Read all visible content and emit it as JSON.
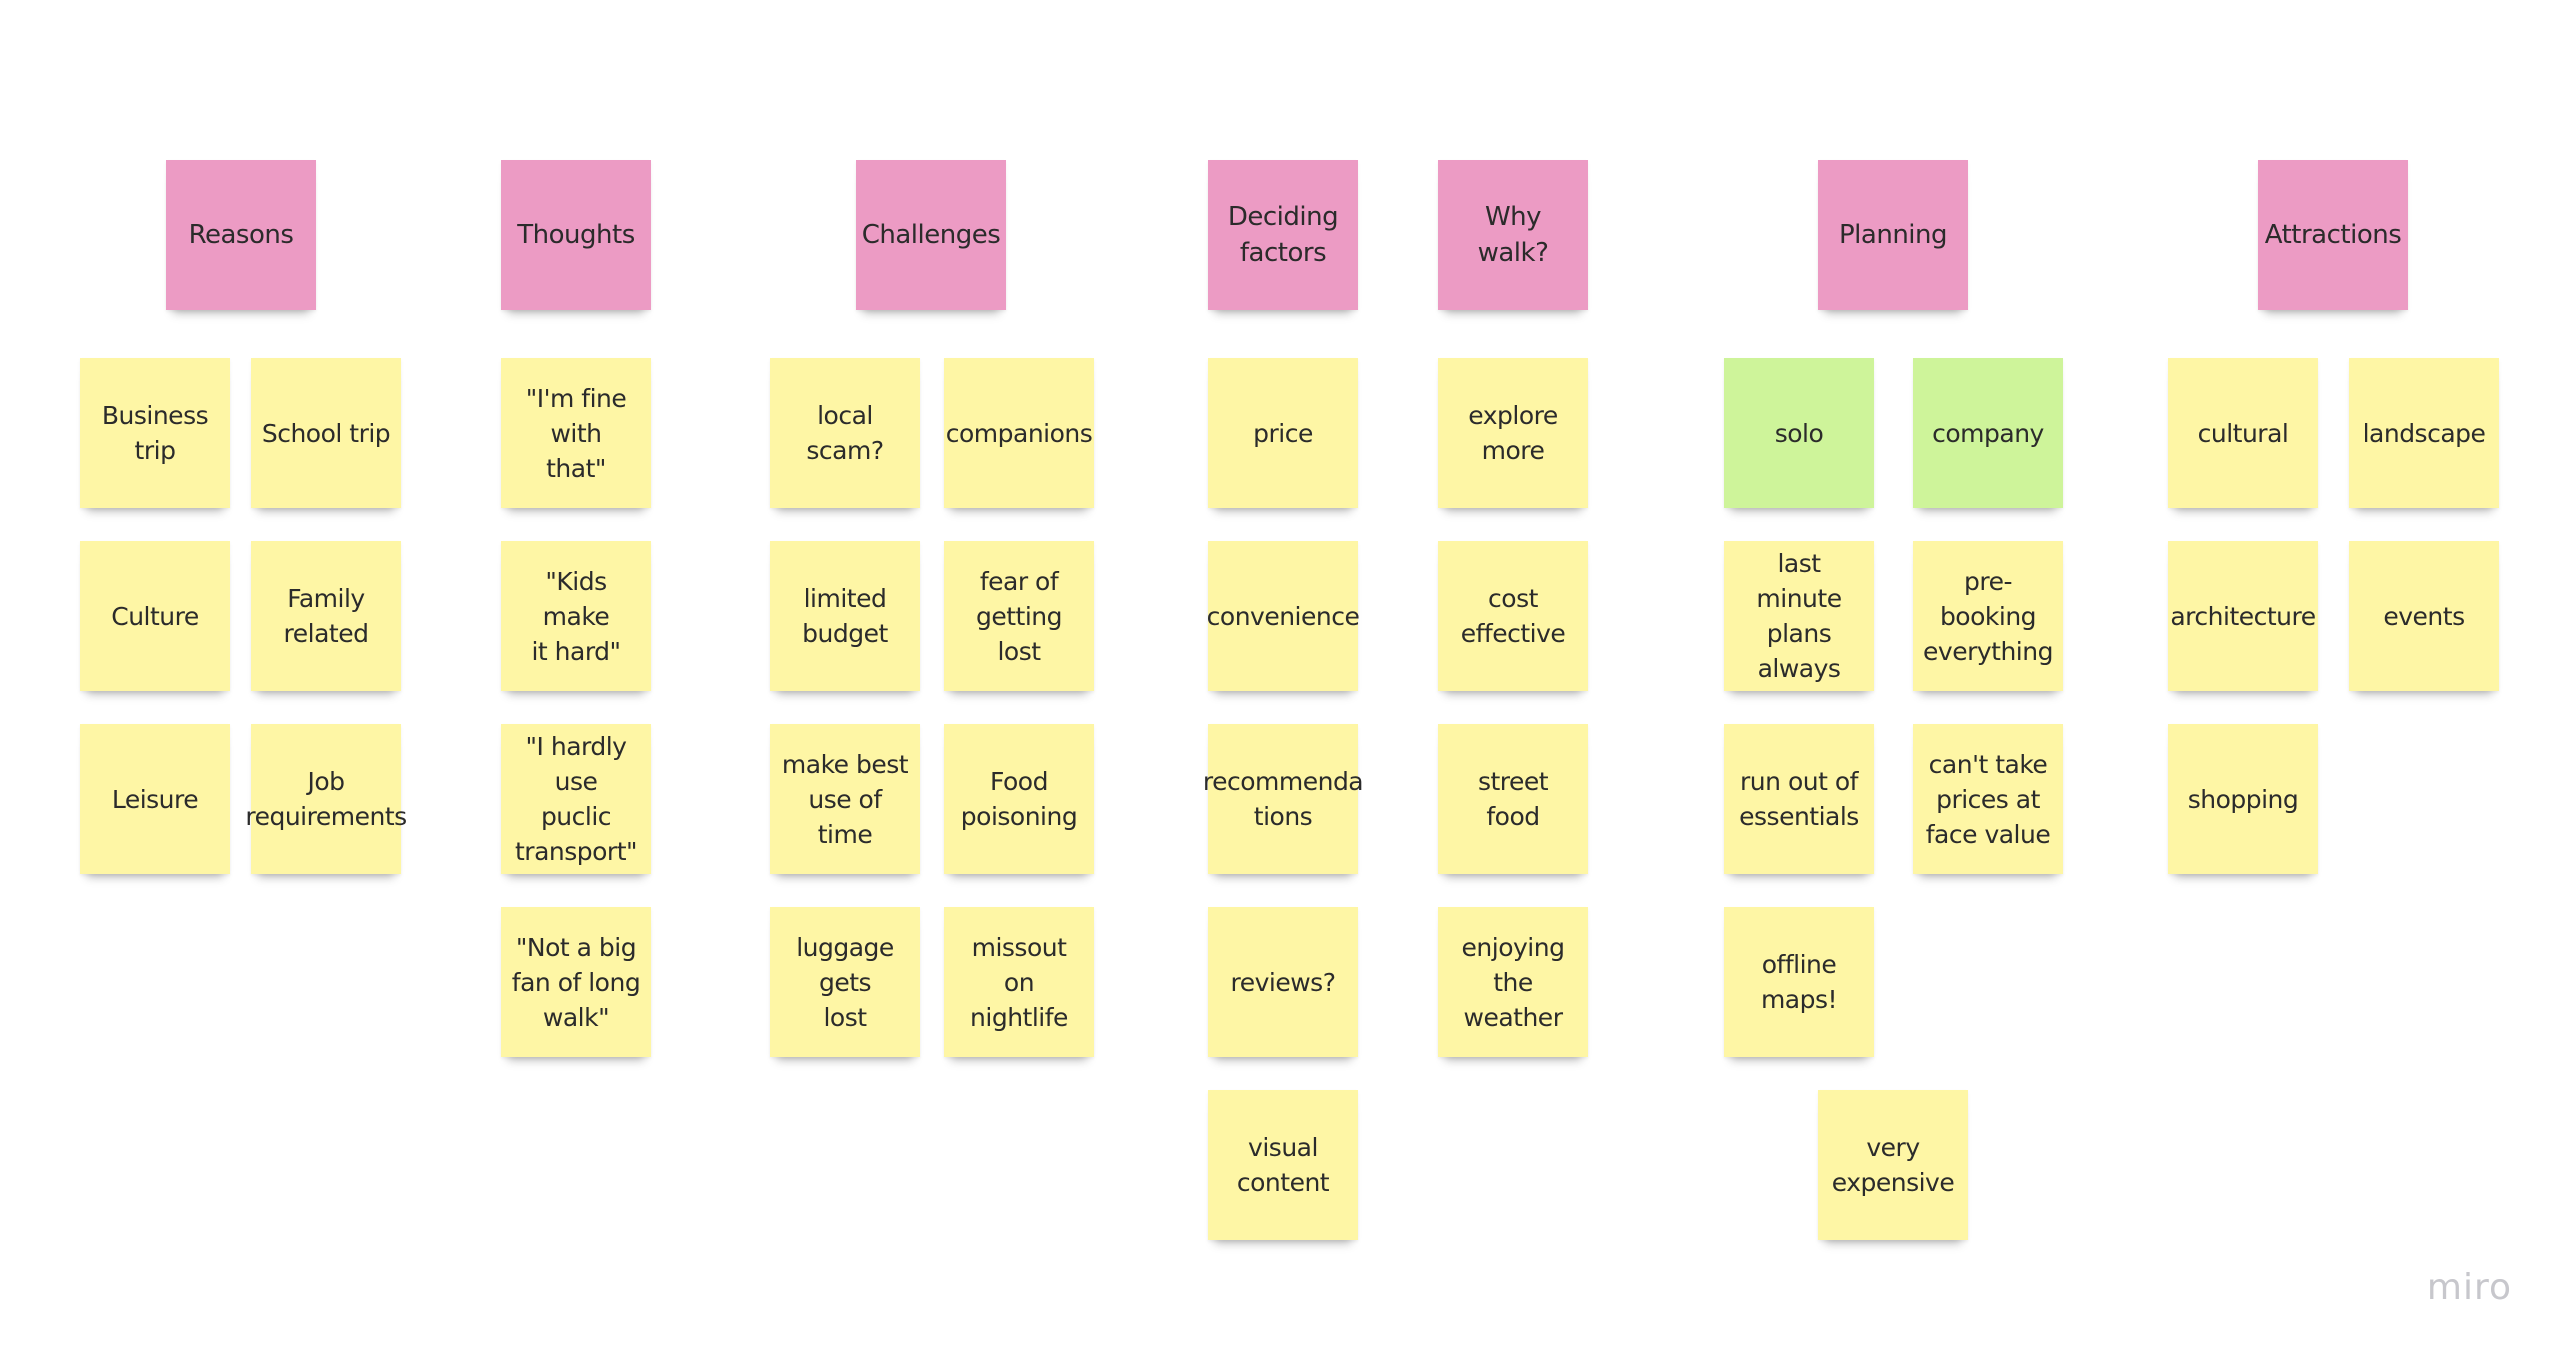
{
  "colors": {
    "pink": "#ec9bc4",
    "yellow": "#fef6a5",
    "green": "#cef49a",
    "text": "#2b2b2b"
  },
  "brand": {
    "logo_text": "miro"
  },
  "headers": [
    {
      "text": "Reasons",
      "color": "pink"
    },
    {
      "text": "Thoughts",
      "color": "pink"
    },
    {
      "text": "Challenges",
      "color": "pink"
    },
    {
      "text": "Deciding\nfactors",
      "color": "pink"
    },
    {
      "text": "Why walk?",
      "color": "pink"
    },
    {
      "text": "Planning",
      "color": "pink"
    },
    {
      "text": "Attractions",
      "color": "pink"
    }
  ],
  "notes": [
    {
      "text": "Business\ntrip",
      "color": "yellow"
    },
    {
      "text": "School trip",
      "color": "yellow"
    },
    {
      "text": "Culture",
      "color": "yellow"
    },
    {
      "text": "Family\nrelated",
      "color": "yellow"
    },
    {
      "text": "Leisure",
      "color": "yellow"
    },
    {
      "text": "Job\nrequirements",
      "color": "yellow"
    },
    {
      "text": "\"I'm fine with\nthat\"",
      "color": "yellow"
    },
    {
      "text": "\"Kids make\nit hard\"",
      "color": "yellow"
    },
    {
      "text": "\"I hardly use\npuclic\ntransport\"",
      "color": "yellow"
    },
    {
      "text": "\"Not a big\nfan of long\nwalk\"",
      "color": "yellow"
    },
    {
      "text": "local scam?",
      "color": "yellow"
    },
    {
      "text": "companions",
      "color": "yellow"
    },
    {
      "text": "limited\nbudget",
      "color": "yellow"
    },
    {
      "text": "fear of\ngetting lost",
      "color": "yellow"
    },
    {
      "text": "make best\nuse of time",
      "color": "yellow"
    },
    {
      "text": "Food\npoisoning",
      "color": "yellow"
    },
    {
      "text": "luggage gets\nlost",
      "color": "yellow"
    },
    {
      "text": "missout on\nnightlife",
      "color": "yellow"
    },
    {
      "text": "price",
      "color": "yellow"
    },
    {
      "text": "convenience",
      "color": "yellow"
    },
    {
      "text": "recommenda\ntions",
      "color": "yellow"
    },
    {
      "text": "reviews?",
      "color": "yellow"
    },
    {
      "text": "visual\ncontent",
      "color": "yellow"
    },
    {
      "text": "explore more",
      "color": "yellow"
    },
    {
      "text": "cost\neffective",
      "color": "yellow"
    },
    {
      "text": "street food",
      "color": "yellow"
    },
    {
      "text": "enjoying the\nweather",
      "color": "yellow"
    },
    {
      "text": "solo",
      "color": "green"
    },
    {
      "text": "company",
      "color": "green"
    },
    {
      "text": "last minute\nplans always",
      "color": "yellow"
    },
    {
      "text": "pre-booking\neverything",
      "color": "yellow"
    },
    {
      "text": "run out of\nessentials",
      "color": "yellow"
    },
    {
      "text": "can't take\nprices at\nface value",
      "color": "yellow"
    },
    {
      "text": "offline maps!",
      "color": "yellow"
    },
    {
      "text": "very\nexpensive",
      "color": "yellow"
    },
    {
      "text": "cultural",
      "color": "yellow"
    },
    {
      "text": "landscape",
      "color": "yellow"
    },
    {
      "text": "architecture",
      "color": "yellow"
    },
    {
      "text": "events",
      "color": "yellow"
    },
    {
      "text": "shopping",
      "color": "yellow"
    }
  ]
}
